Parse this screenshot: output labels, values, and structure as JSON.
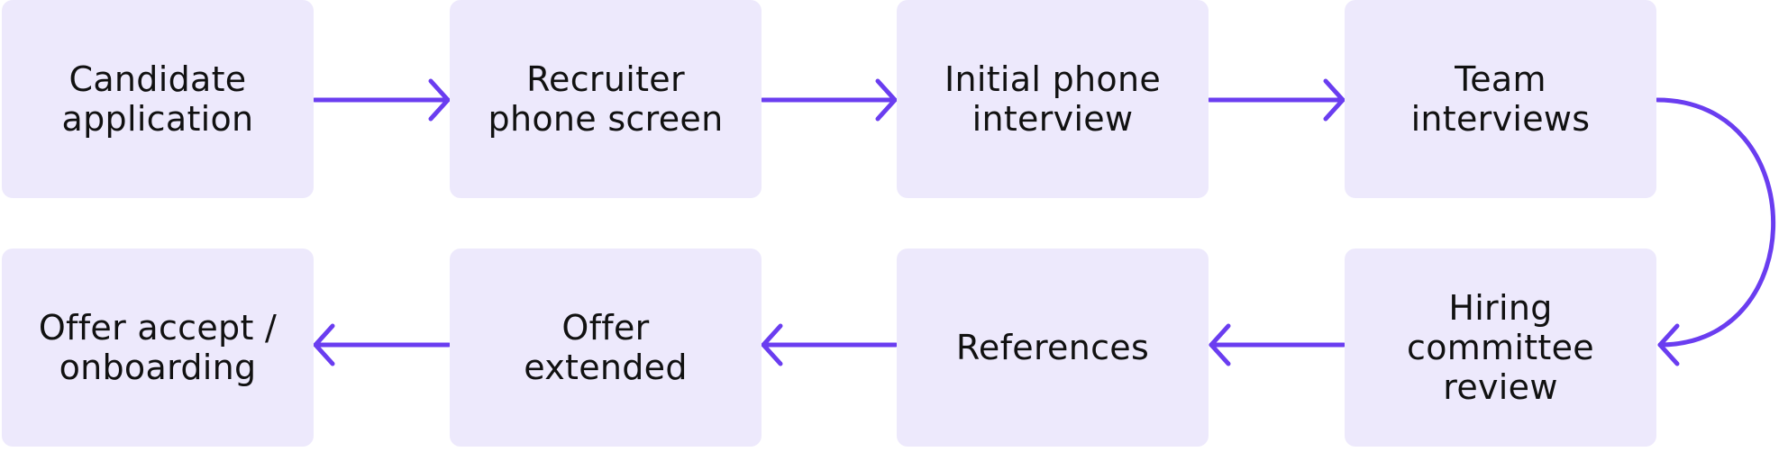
{
  "colors": {
    "box_fill": "#ede9fc",
    "arrow": "#6a3df0",
    "text": "#111111"
  },
  "steps": [
    {
      "label": "Candidate\napplication"
    },
    {
      "label": "Recruiter\nphone screen"
    },
    {
      "label": "Initial phone\ninterview"
    },
    {
      "label": "Team\ninterviews"
    },
    {
      "label": "Hiring\ncommittee\nreview"
    },
    {
      "label": "References"
    },
    {
      "label": "Offer\nextended"
    },
    {
      "label": "Offer accept /\nonboarding"
    }
  ]
}
